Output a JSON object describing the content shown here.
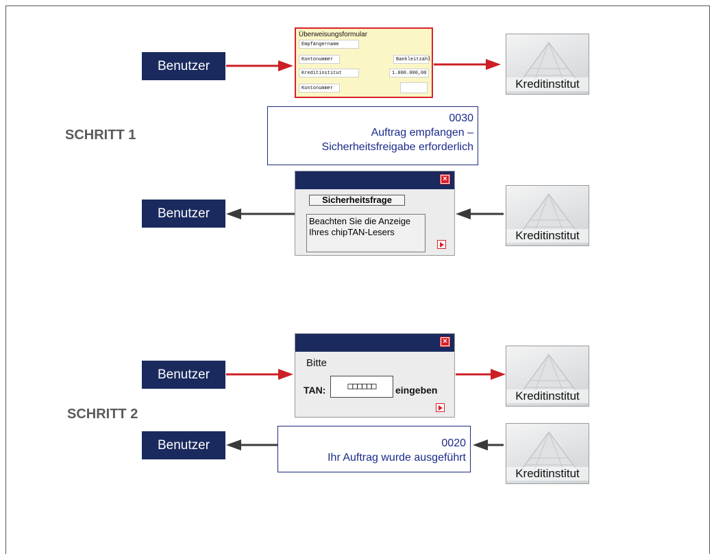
{
  "labels": {
    "user": "Benutzer",
    "bank": "Kreditinstitut"
  },
  "steps": {
    "step1": "SCHRITT 1",
    "step2": "SCHRITT 2"
  },
  "form": {
    "title": "Überweisungsformular",
    "recipient_name": "Empfängername",
    "account_number": "Kontonummer",
    "bank_code": "Bankleitzahl",
    "credit_institution": "Kreditinstitut",
    "amount": "1.000.000,00",
    "account_number_2": "Kontonummer"
  },
  "message1": {
    "code": "0030",
    "line1": "Auftrag empfangen –",
    "line2": "Sicherheitsfreigabe erforderlich"
  },
  "dialog1": {
    "heading": "Sicherheitsfrage",
    "text": "Beachten Sie die Anzeige Ihres chipTAN-Lesers"
  },
  "dialog2": {
    "line1": "Bitte",
    "tan_label": "TAN:",
    "tan_placeholder": "□□□□□□",
    "tan_suffix": "eingeben"
  },
  "message2": {
    "code": "0020",
    "line1": "Ihr Auftrag wurde ausgeführt"
  },
  "colors": {
    "navy": "#1a2a5e",
    "red_arrow": "#cc1f26",
    "gray_arrow": "#3a3a3a",
    "form_bg": "#fbf6c6"
  }
}
